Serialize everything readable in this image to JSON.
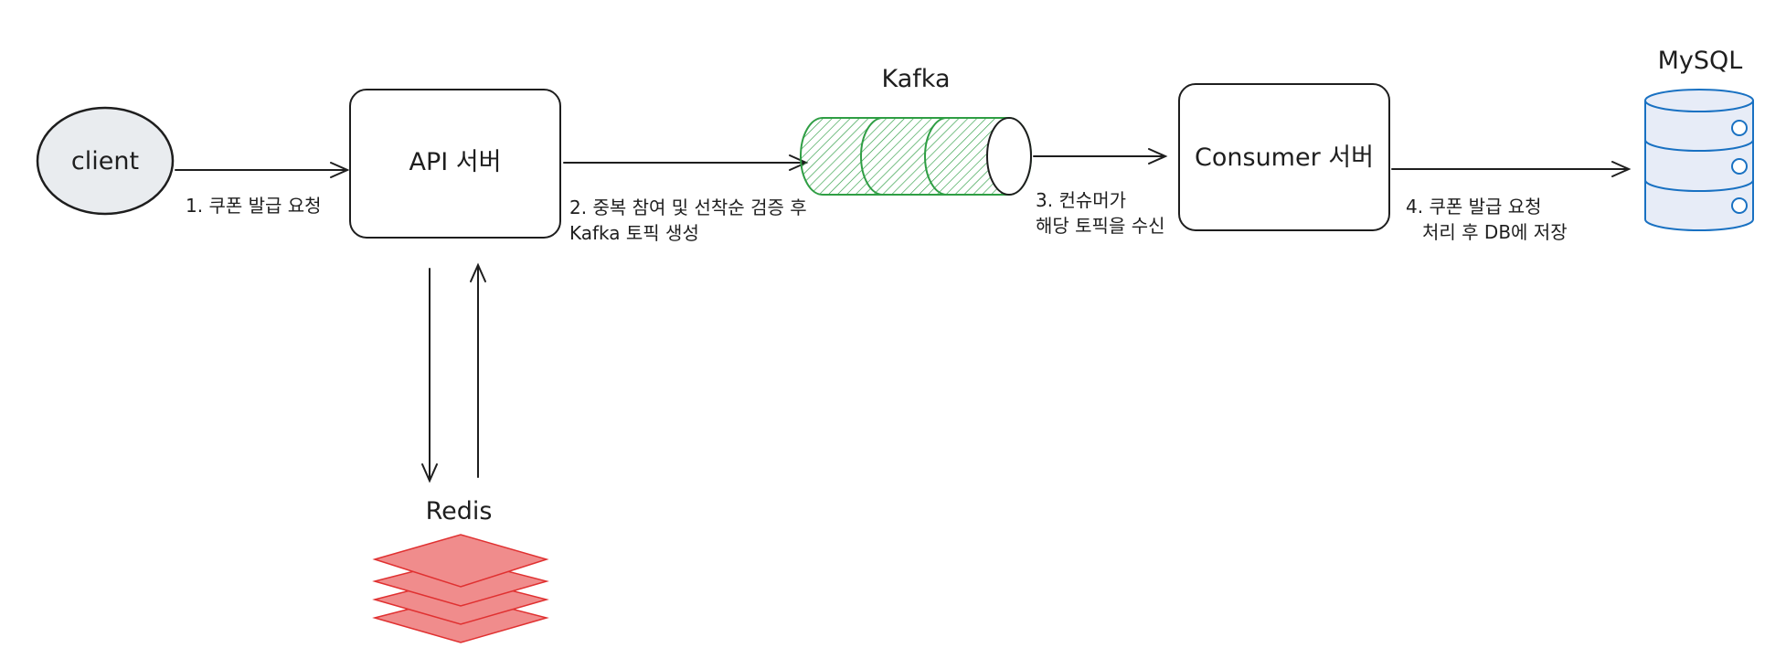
{
  "nodes": {
    "client": {
      "label": "client",
      "fill": "#e9ecef"
    },
    "api_server": {
      "label": "API 서버"
    },
    "kafka": {
      "label": "Kafka",
      "color": "#2f9e44"
    },
    "consumer_server": {
      "label": "Consumer 서버"
    },
    "mysql": {
      "label": "MySQL",
      "color": "#1971c2"
    },
    "redis": {
      "label": "Redis",
      "color": "#e03131",
      "fill": "#f08c8c"
    }
  },
  "edges": {
    "step1": {
      "lines": [
        "1. 쿠폰 발급 요청"
      ]
    },
    "step2": {
      "lines": [
        "2. 중복 참여 및 선착순 검증 후",
        "Kafka 토픽 생성"
      ]
    },
    "step3": {
      "lines": [
        "3. 컨슈머가",
        "해당 토픽을 수신"
      ]
    },
    "step4": {
      "lines": [
        "4. 쿠폰 발급 요청",
        "처리 후 DB에 저장"
      ]
    }
  }
}
